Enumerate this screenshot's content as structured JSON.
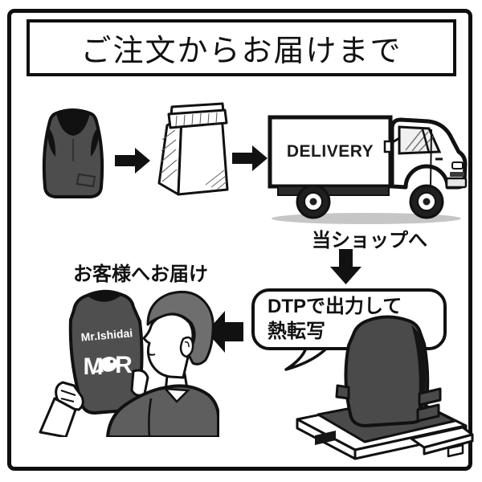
{
  "title": "ご注文からお届けまで",
  "flow": {
    "truck_label": "DELIVERY",
    "shop_caption": "当ショップへ",
    "process_bubble": {
      "line1": "DTPで出力して",
      "line2": "熱転写"
    },
    "customer_caption": "お客様へお届け",
    "vest_print": {
      "name": "Mr.Ishidai",
      "logo_left": "M",
      "logo_right": "R"
    }
  },
  "icons": {
    "vest": "blank-vest-illustration",
    "paper_bag": "packed-paper-bag-illustration",
    "truck": "delivery-truck-illustration",
    "heat_press": "vest-on-heat-press-illustration",
    "customer": "customer-holding-printed-vest-illustration",
    "arrows": [
      "arrow-right-icon",
      "arrow-right-icon",
      "arrow-down-icon",
      "arrow-left-icon"
    ]
  },
  "colors": {
    "outline": "#111111",
    "background": "#ffffff",
    "vest_fill": "#4d4d4d",
    "hair_fill": "#6e6e6e",
    "jacket_fill": "#5e5e5e",
    "truck_shadow": "#c6c6c6"
  }
}
